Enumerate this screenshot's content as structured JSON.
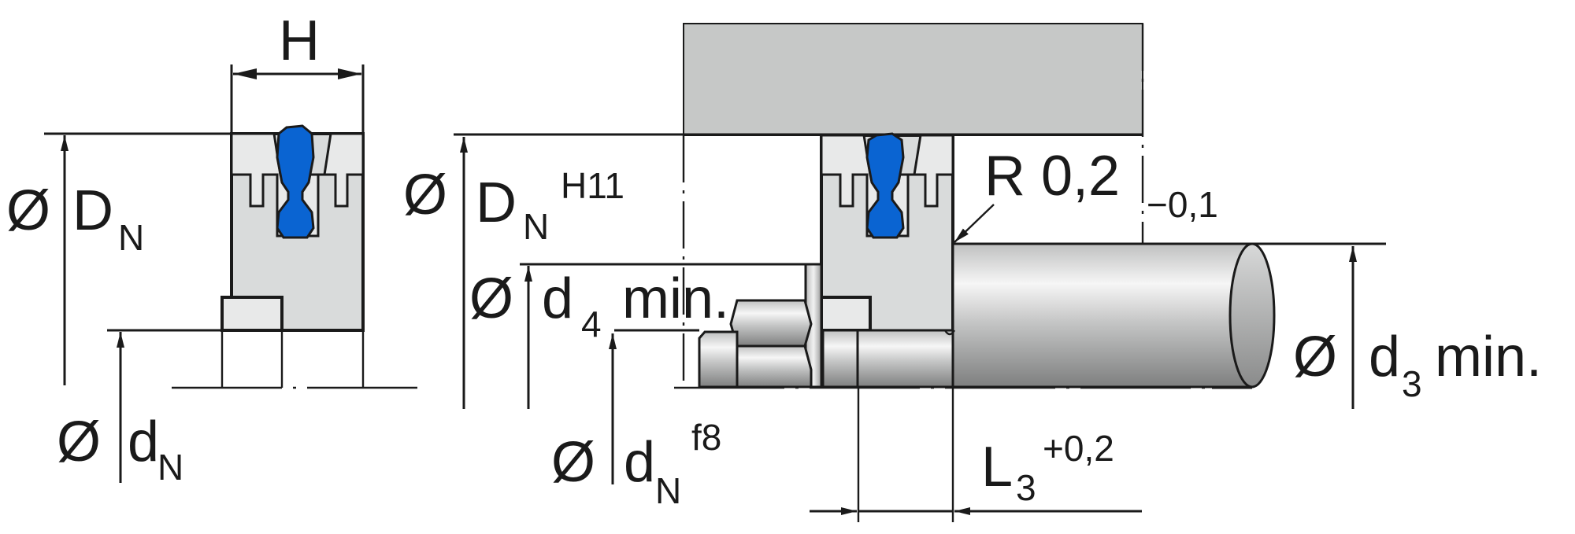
{
  "diagram": {
    "title": "Seal installation drawing",
    "colors": {
      "seal_blue": "#0a64d2",
      "housing_gray": "#c6c8c7",
      "seal_body_light": "#e8e9e9",
      "seal_body_mid": "#d9dbdb",
      "outline": "#1a1a1a"
    },
    "left_view": {
      "width_label": "H",
      "outer_diameter": {
        "symbol": "Ø",
        "letter": "D",
        "subscript": "N"
      },
      "inner_diameter": {
        "symbol": "Ø",
        "letter": "d",
        "subscript": "N"
      }
    },
    "right_view": {
      "housing_diameter": {
        "symbol": "Ø",
        "letter": "D",
        "subscript": "N",
        "tolerance": "H11"
      },
      "chamfer_diameter": {
        "symbol": "Ø",
        "letter": "d",
        "subscript": "4",
        "suffix": "min."
      },
      "rod_diameter": {
        "symbol": "Ø",
        "letter": "d",
        "subscript": "N",
        "tolerance": "f8"
      },
      "radius": {
        "text": "R 0,2",
        "tolerance": "−0,1"
      },
      "shaft_diameter": {
        "symbol": "Ø",
        "letter": "d",
        "subscript": "3",
        "suffix": "min."
      },
      "length": {
        "letter": "L",
        "subscript": "3",
        "tolerance": "+0,2"
      }
    }
  }
}
